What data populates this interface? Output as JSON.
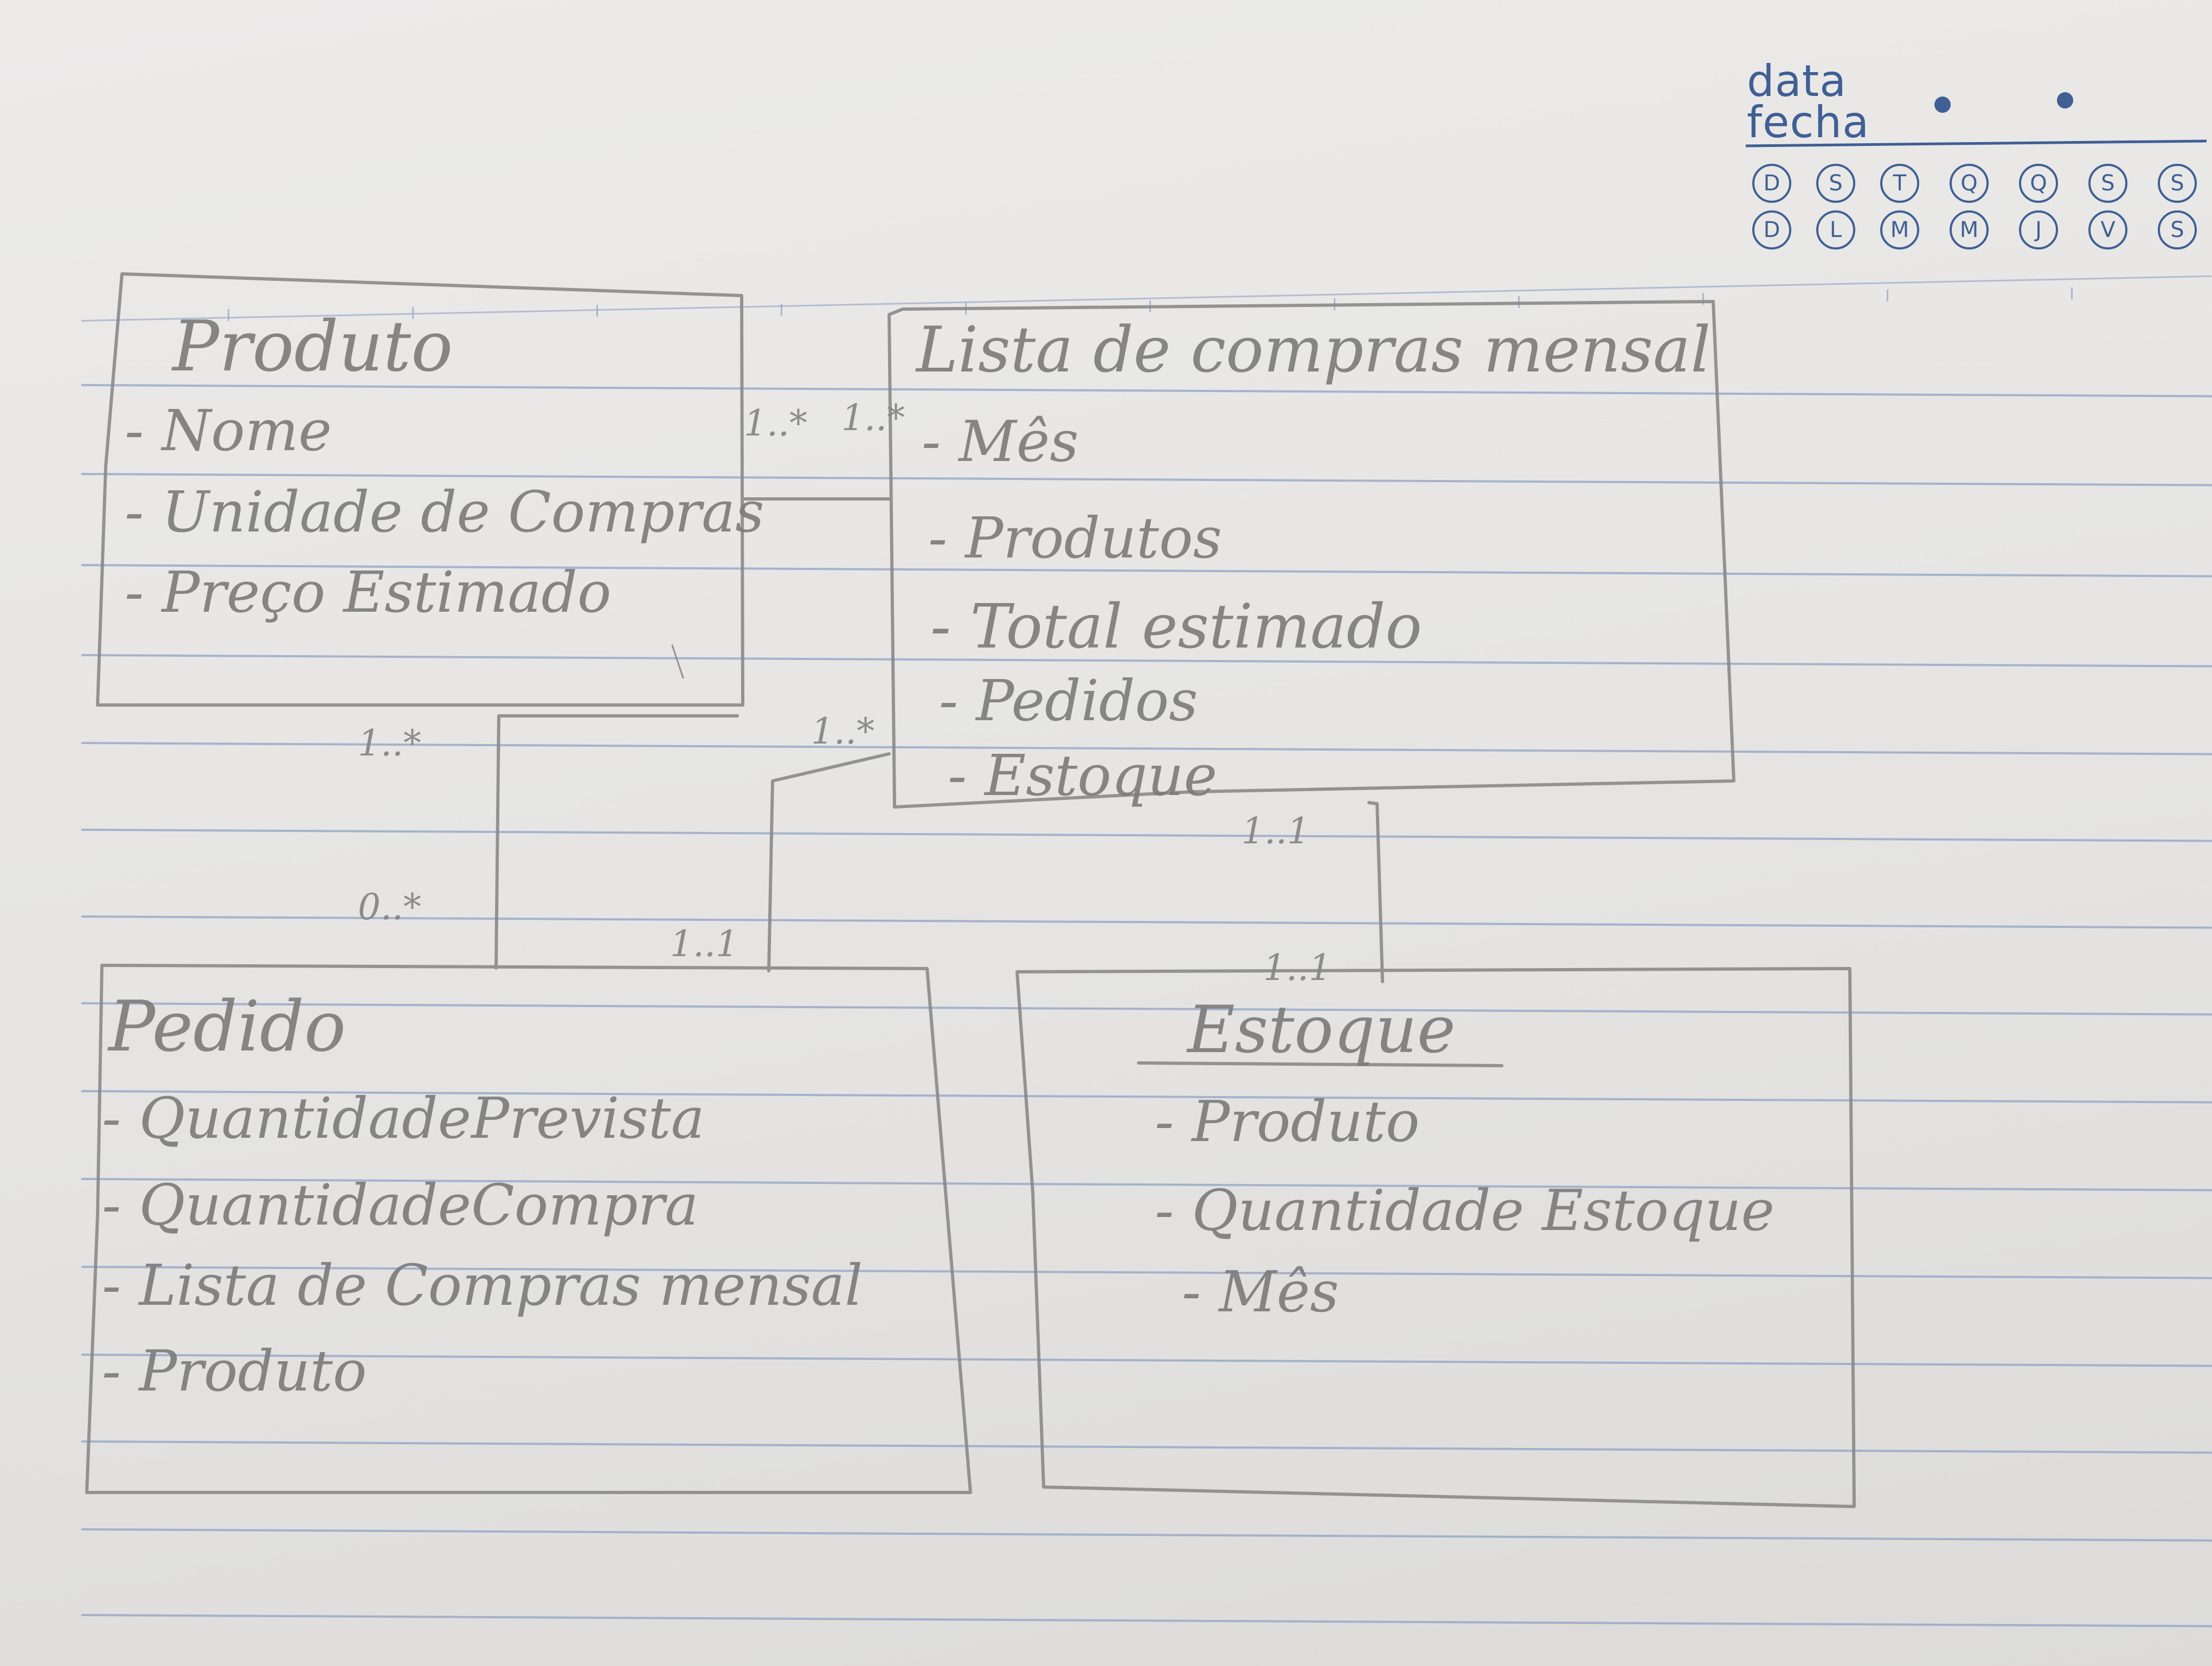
{
  "header": {
    "data_label": "data",
    "fecha_label": "fecha",
    "weekdays_row1": [
      "D",
      "S",
      "T",
      "Q",
      "Q",
      "S",
      "S"
    ],
    "weekdays_row2": [
      "D",
      "L",
      "M",
      "M",
      "J",
      "V",
      "S"
    ]
  },
  "diagram": {
    "produto": {
      "title": "Produto",
      "attributes": [
        "- Nome",
        "- Unidade de Compras",
        "- Preço Estimado"
      ]
    },
    "lista": {
      "title": "Lista de compras mensal",
      "attributes": [
        "- Mês",
        "- Produtos",
        "- Total estimado",
        "- Pedidos",
        "- Estoque"
      ]
    },
    "pedido": {
      "title": "Pedido",
      "attributes": [
        "- QuantidadePrevista",
        "- QuantidadeCompra",
        "- Lista de Compras mensal",
        "- Produto"
      ]
    },
    "estoque": {
      "title": "Estoque",
      "attributes": [
        "- Produto",
        "- Quantidade Estoque",
        "- Mês"
      ]
    },
    "multiplicities": {
      "produto_lista_near_produto": "1..*",
      "produto_lista_near_lista": "1..*",
      "produto_pedido_near_produto": "1..*",
      "produto_pedido_near_pedido": "0..*",
      "lista_pedido_near_lista": "1..*",
      "lista_pedido_near_pedido": "1..1",
      "lista_estoque_near_lista": "1..1",
      "lista_estoque_near_estoque": "1..1"
    }
  }
}
